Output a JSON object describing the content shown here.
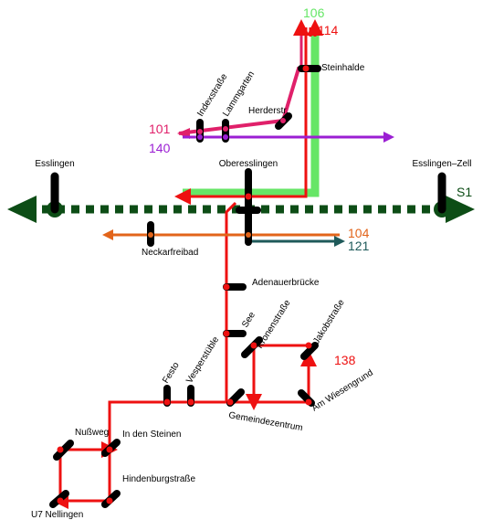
{
  "colors": {
    "s1": "#0d4d16",
    "red": "#ee1111",
    "magenta": "#e0206a",
    "green": "#66e666",
    "purple": "#9b1fd3",
    "orange": "#e2641a",
    "teal": "#1f5a5a",
    "stop": "#000000"
  },
  "lines": {
    "s1": "S1",
    "l101": "101",
    "l104": "104",
    "l106": "106",
    "l114": "114",
    "l121": "121",
    "l138": "138",
    "l140": "140"
  },
  "stops": {
    "esslingen": "Esslingen",
    "esslingen_zell": "Esslingen–Zell",
    "oberesslingen": "Oberesslingen",
    "steinhalde": "Steinhalde",
    "herderstr": "Herderstr.",
    "indexstrasse": "Indexstraße",
    "lammgarten": "Lammgarten",
    "neckarfreibad": "Neckarfreibad",
    "adenauerbruecke": "Adenauerbrücke",
    "see": "See",
    "vesperstueble": "Vesperstüble",
    "festo": "Festo",
    "kronenstrasse": "Kronenstraße",
    "jakobstrasse": "Jakobstraße",
    "am_wiesengrund": "Am Wiesengrund",
    "gemeindezentrum": "Gemeindezentrum",
    "nussweg": "Nußweg",
    "in_den_steinen": "In den Steinen",
    "hindenburgstrasse": "Hindenburgstraße",
    "u7_nellingen": "U7 Nellingen"
  }
}
